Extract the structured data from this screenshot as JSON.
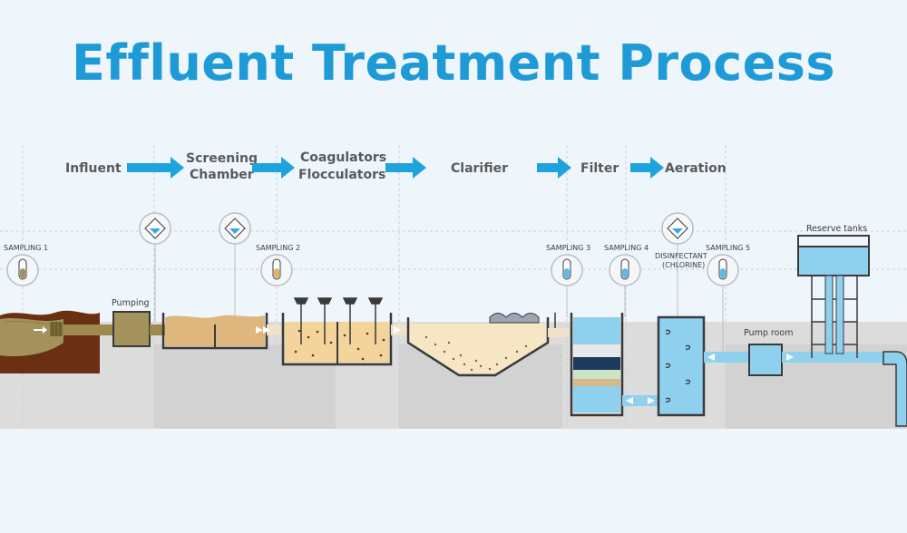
{
  "title": "Effluent Treatment Process",
  "stages": [
    "Influent",
    "Screening",
    "Chamber",
    "Coagulators",
    "Flocculators",
    "Clarifier",
    "Filter",
    "Aeration"
  ],
  "sampling": [
    "SAMPLING 1",
    "SAMPLING 2",
    "SAMPLING 3",
    "SAMPLING 4",
    "SAMPLING 5"
  ],
  "equipment": {
    "pumping": "Pumping",
    "disinfectant_line1": "DISINFECTANT",
    "disinfectant_line2": "(CHLORINE)",
    "pump_room": "Pump room",
    "reserve_tanks": "Reserve tanks"
  },
  "colors": {
    "title": "#1e9ad6",
    "arrow": "#1ea3dc",
    "water": "#5bbbe8",
    "sludge": "#e8c48c",
    "soil": "#6b2f14"
  }
}
